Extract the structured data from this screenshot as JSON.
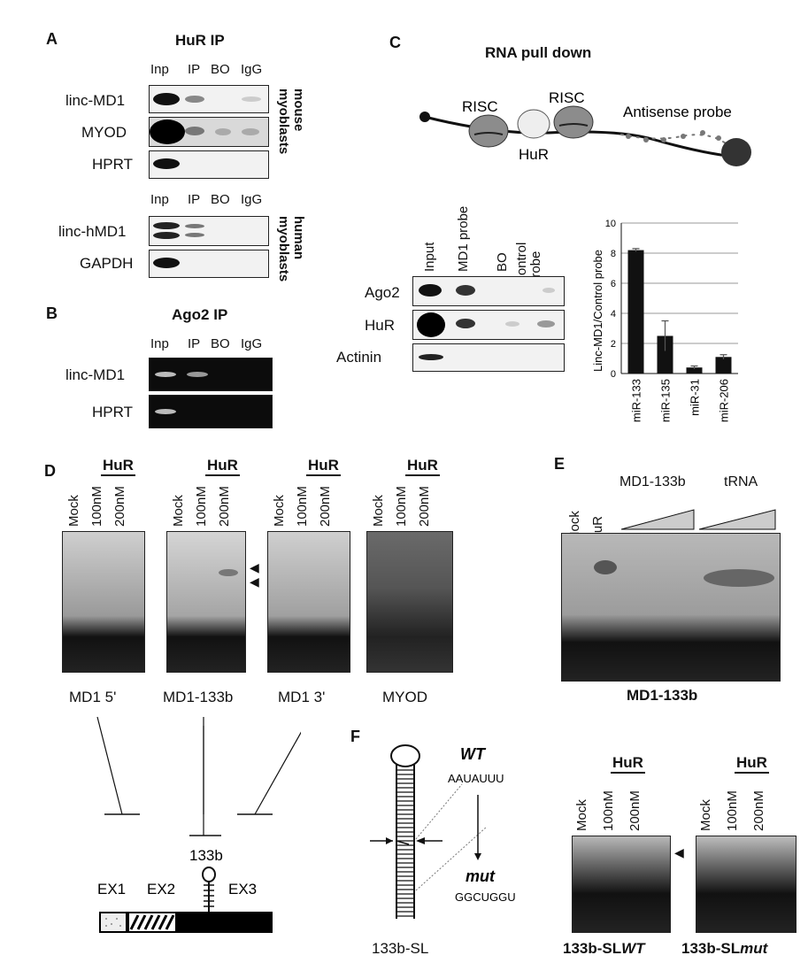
{
  "A": {
    "letter": "A",
    "title": "HuR IP",
    "lanes_mouse": [
      "Inp",
      "IP",
      "BO",
      "IgG"
    ],
    "rows_mouse": [
      "linc-MD1",
      "MYOD",
      "HPRT"
    ],
    "side_mouse": "mouse myoblasts",
    "lanes_human": [
      "Inp",
      "IP",
      "BO",
      "IgG"
    ],
    "rows_human": [
      "linc-hMD1",
      "GAPDH"
    ],
    "side_human": "human myoblasts"
  },
  "B": {
    "letter": "B",
    "title": "Ago2 IP",
    "lanes": [
      "Inp",
      "IP",
      "BO",
      "IgG"
    ],
    "rows": [
      "linc-MD1",
      "HPRT"
    ]
  },
  "C": {
    "letter": "C",
    "title": "RNA pull down",
    "diagram": {
      "risc1": "RISC",
      "risc2": "RISC",
      "hur": "HuR",
      "probe": "Antisense probe"
    },
    "lanes": [
      "Input",
      "MD1 probe",
      "BO",
      "Control probe"
    ],
    "rows": [
      "Ago2",
      "HuR",
      "Actinin"
    ]
  },
  "chart_data": {
    "type": "bar",
    "categories": [
      "miR-133",
      "miR-135",
      "miR-31",
      "miR-206"
    ],
    "values": [
      8.2,
      2.5,
      0.4,
      1.1
    ],
    "errors": [
      0.1,
      1.0,
      0.1,
      0.15
    ],
    "title": "",
    "xlabel": "",
    "ylabel": "Linc-MD1/Control probe",
    "ylim": [
      0,
      10
    ],
    "yticks": [
      0,
      2,
      4,
      6,
      8,
      10
    ],
    "grid": true,
    "bar_color": "#111111"
  },
  "D": {
    "letter": "D",
    "hur": "HuR",
    "lanes": [
      "Mock",
      "100nM",
      "200nM"
    ],
    "gel_labels": [
      "MD1 5'",
      "MD1-133b",
      "MD1 3'",
      "MYOD"
    ],
    "exons": {
      "ex1": "EX1",
      "ex2": "EX2",
      "ex3": "EX3",
      "mir": "133b"
    }
  },
  "E": {
    "letter": "E",
    "lanes": [
      "Mock",
      "HuR"
    ],
    "competitors": [
      "MD1-133b",
      "tRNA"
    ],
    "caption": "MD1-133b"
  },
  "F": {
    "letter": "F",
    "wt_label": "WT",
    "wt_seq": "AAUAUUU",
    "mut_label": "mut",
    "mut_seq": "GGCUGGU",
    "stem_label": "133b-SL",
    "hur": "HuR",
    "lanes": [
      "Mock",
      "100nM",
      "200nM"
    ],
    "gel_captions": {
      "wt_prefix": "133b-SL",
      "wt_suffix": "WT",
      "mut_prefix": "133b-SL",
      "mut_suffix": "mut"
    }
  }
}
